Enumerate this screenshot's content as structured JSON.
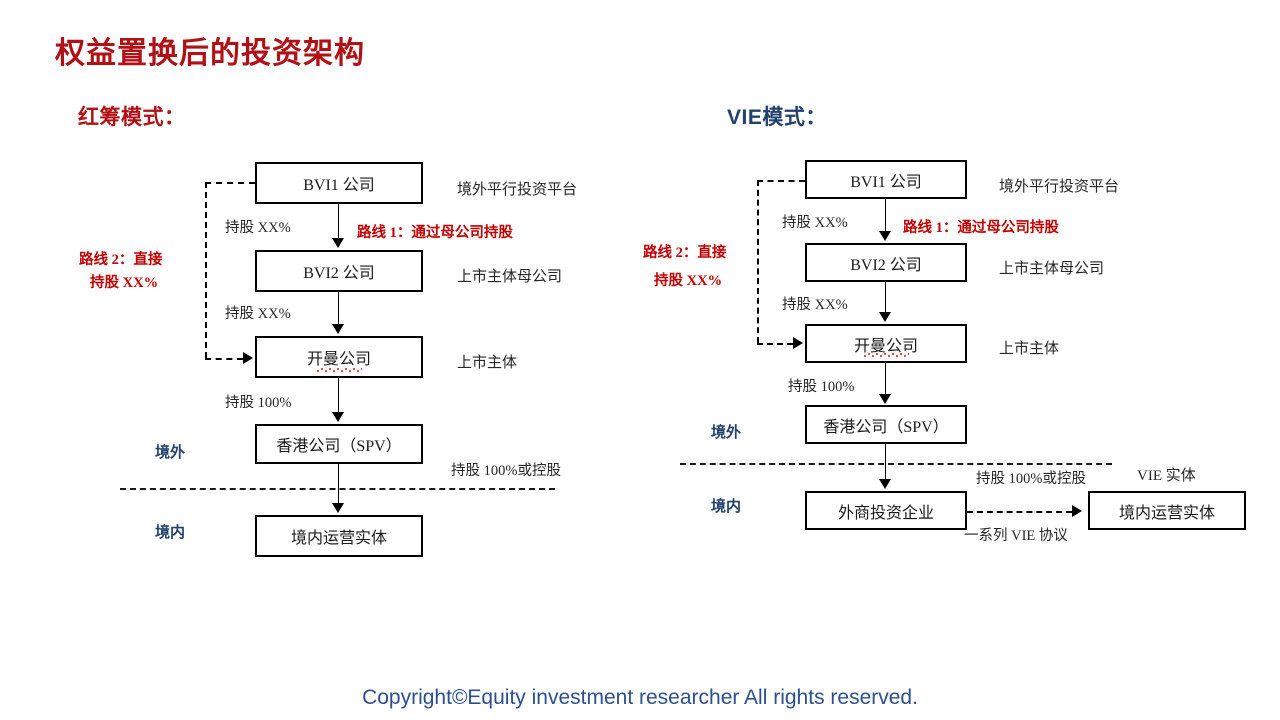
{
  "page": {
    "title": "权益置换后的投资架构",
    "footer": "Copyright©Equity investment researcher  All rights reserved."
  },
  "colors": {
    "title_red": "#b01116",
    "note_red": "#c00000",
    "heading_blue": "#23416b",
    "footer_blue": "#2e4f8f",
    "box_border": "#000000"
  },
  "left_diagram": {
    "heading": "红筹模式：",
    "boxes": [
      {
        "id": "bvi1",
        "label": "BVI1 公司",
        "side_note": "境外平行投资平台"
      },
      {
        "id": "bvi2",
        "label": "BVI2 公司",
        "side_note": "上市主体母公司"
      },
      {
        "id": "cayman",
        "label": "开曼公司",
        "side_note": "上市主体",
        "spellcheck_underline": true
      },
      {
        "id": "hk_spv",
        "label": "香港公司（SPV）",
        "side_note": ""
      },
      {
        "id": "domestic_entity",
        "label": "境内运营实体",
        "side_note": ""
      }
    ],
    "edge_labels": [
      {
        "id": "bvi1-bvi2",
        "text": "持股 XX%"
      },
      {
        "id": "bvi2-cayman",
        "text": "持股 XX%"
      },
      {
        "id": "cayman-hk",
        "text": "持股 100%"
      },
      {
        "id": "hk-domestic",
        "text": "持股 100%或控股"
      }
    ],
    "notes": {
      "route1_line1": "路线 1：通过母公司持股",
      "route2_line1": "路线 2：直接",
      "route2_line2": "持股 XX%"
    },
    "zone_labels": {
      "offshore": "境外",
      "onshore": "境内"
    }
  },
  "right_diagram": {
    "heading": "VIE模式：",
    "boxes": [
      {
        "id": "bvi1",
        "label": "BVI1 公司",
        "side_note": "境外平行投资平台"
      },
      {
        "id": "bvi2",
        "label": "BVI2 公司",
        "side_note": "上市主体母公司"
      },
      {
        "id": "cayman",
        "label": "开曼公司",
        "side_note": "上市主体",
        "spellcheck_underline": true
      },
      {
        "id": "hk_spv",
        "label": "香港公司（SPV）",
        "side_note": ""
      },
      {
        "id": "fie",
        "label": "外商投资企业",
        "side_note": ""
      },
      {
        "id": "domestic_entity",
        "label": "境内运营实体",
        "side_note": "",
        "top_note": "VIE 实体"
      }
    ],
    "edge_labels": [
      {
        "id": "bvi1-bvi2",
        "text": "持股 XX%"
      },
      {
        "id": "bvi2-cayman",
        "text": "持股 XX%"
      },
      {
        "id": "cayman-hk",
        "text": "持股 100%"
      },
      {
        "id": "hk-fie",
        "text": "持股 100%或控股"
      },
      {
        "id": "fie-vie",
        "text": "一系列 VIE 协议"
      }
    ],
    "notes": {
      "route1_line1": "路线 1：通过母公司持股",
      "route2_line1": "路线 2：直接",
      "route2_line2": "持股 XX%"
    },
    "zone_labels": {
      "offshore": "境外",
      "onshore": "境内"
    }
  }
}
